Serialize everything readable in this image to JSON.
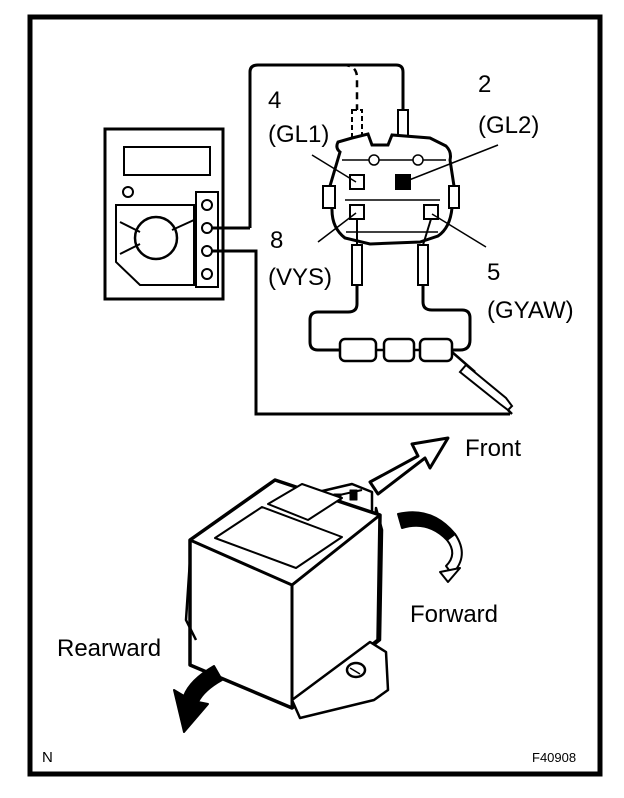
{
  "pins": {
    "pin4": {
      "number": "4",
      "name": "(GL1)"
    },
    "pin2": {
      "number": "2",
      "name": "(GL2)"
    },
    "pin8": {
      "number": "8",
      "name": "(VYS)"
    },
    "pin5": {
      "number": "5",
      "name": "(GYAW)"
    }
  },
  "directions": {
    "front": "Front",
    "forward": "Forward",
    "rearward": "Rearward"
  },
  "corner_mark": "N",
  "figure_code": "F40908",
  "colors": {
    "ink": "#000000",
    "paper": "#ffffff"
  },
  "icons": [
    "multimeter-icon",
    "connector-icon",
    "resistor-icon",
    "probe-icon",
    "sensor-unit-icon",
    "arrow-icon"
  ]
}
